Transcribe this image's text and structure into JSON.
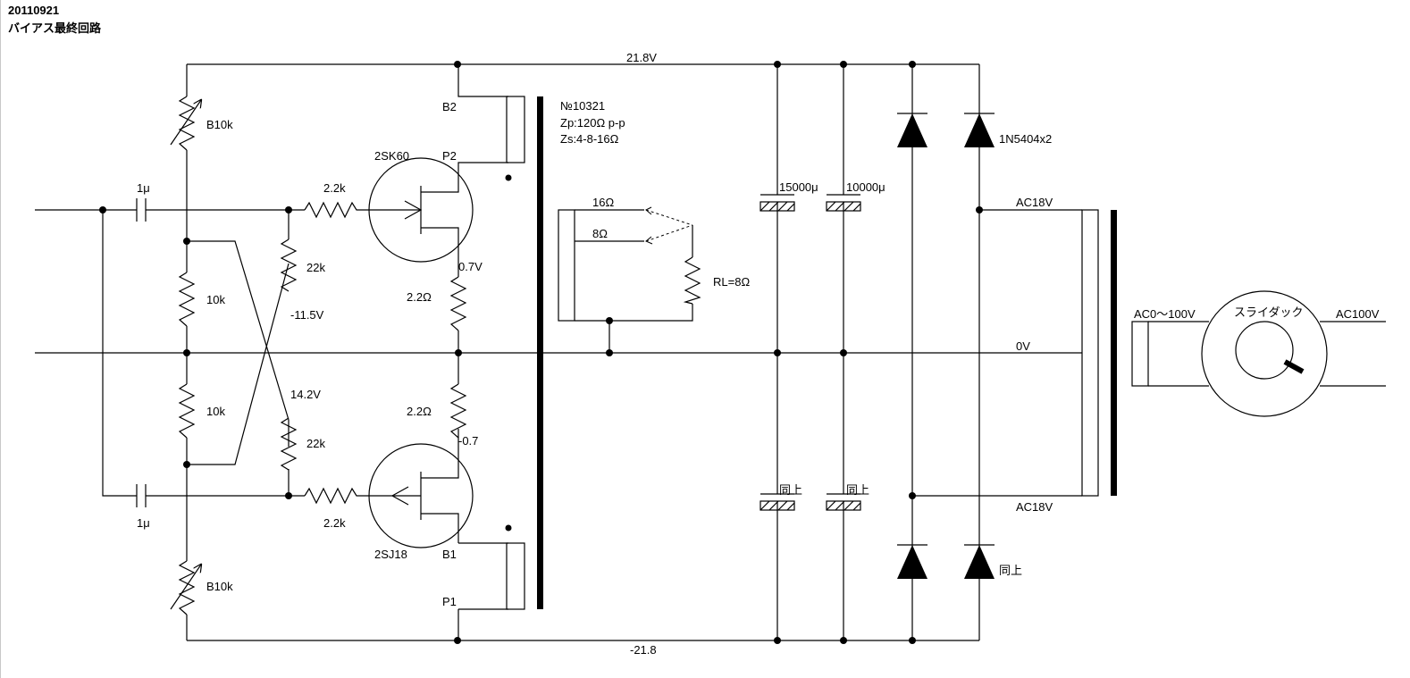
{
  "header": {
    "date": "20110921",
    "title": "バイアス最終回路"
  },
  "labels": {
    "vplus": "21.8V",
    "vminus": "-21.8",
    "vr_top": "B10k",
    "vr_bottom": "B10k",
    "cap_top": "1μ",
    "cap_bottom": "1μ",
    "r_gate_top": "2.2k",
    "r_gate_bottom": "2.2k",
    "r_22k_top": "22k",
    "r_22k_bottom": "22k",
    "r_10k_top": "10k",
    "r_10k_bottom": "10k",
    "v_neg115": "-11.5V",
    "v_142": "14.2V",
    "fet_top": "2SK60",
    "fet_bottom": "2SJ18",
    "b2": "B2",
    "p2": "P2",
    "b1": "B1",
    "p1": "P1",
    "v07": "0.7V",
    "v_neg07": "-0.7",
    "rs_top": "2.2Ω",
    "rs_bottom": "2.2Ω",
    "xfmr_no": "№10321",
    "xfmr_zp": "Zp:120Ω p-p",
    "xfmr_zs": "Zs:4-8-16Ω",
    "tap16": "16Ω",
    "tap8": "8Ω",
    "rl": "RL=8Ω",
    "c1": "15000μ",
    "c2": "10000μ",
    "c3": "同上",
    "c4": "同上",
    "diode": "1N5404x2",
    "diode_bottom": "同上",
    "ac_top": "AC18V",
    "ac_bottom": "AC18V",
    "zero": "0V",
    "ac_in": "AC0〜100V",
    "ac_out": "AC100V",
    "slidac": "スライダック"
  }
}
